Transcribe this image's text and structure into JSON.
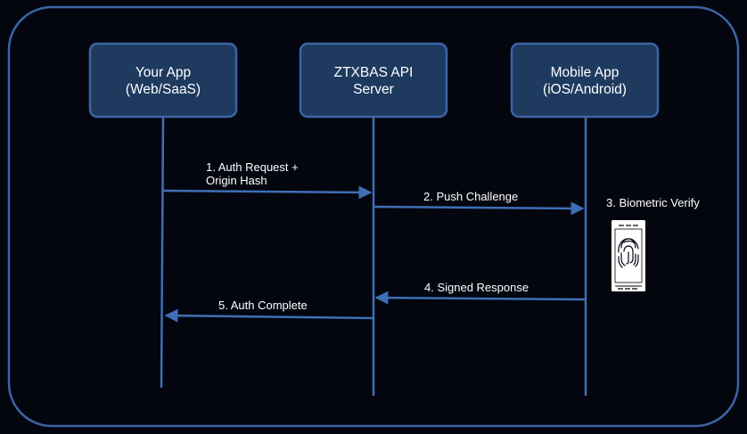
{
  "colors": {
    "background": "#03060f",
    "frame": "#3c64a5",
    "box_fill": "#1e3a5f",
    "box_stroke": "#3c64a5",
    "lifeline": "#3f6fb5",
    "arrow": "#3f6fb5",
    "text": "#ffffff"
  },
  "participants": [
    {
      "line1": "Your App",
      "line2": "(Web/SaaS)"
    },
    {
      "line1": "ZTXBAS API",
      "line2": "Server"
    },
    {
      "line1": "Mobile App",
      "line2": "(iOS/Android)"
    }
  ],
  "messages": {
    "m1_line1": "1. Auth Request +",
    "m1_line2": "Origin Hash",
    "m2": "2. Push Challenge",
    "m3": "3. Biometric Verify",
    "m4": "4. Signed Response",
    "m5": "5. Auth Complete"
  },
  "icons": {
    "device": "phone-fingerprint-icon"
  }
}
